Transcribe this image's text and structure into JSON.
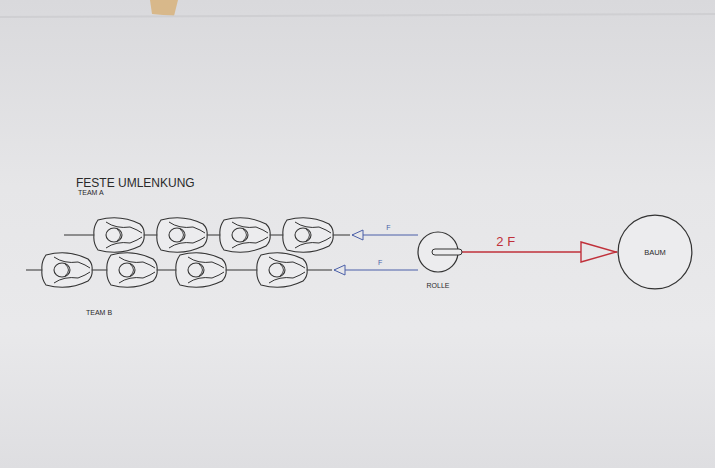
{
  "diagram": {
    "title": "FESTE UMLENKUNG",
    "nodes": [
      {
        "text": [
          "TEAM A"
        ]
      },
      {
        "text": [
          "TEAM B"
        ]
      },
      {
        "text": [
          "ROLLE"
        ]
      },
      {
        "text": [
          "BAUM"
        ]
      }
    ],
    "edges": [
      {
        "from": 2,
        "to": 0,
        "label": "F",
        "arrow": "to"
      },
      {
        "from": 2,
        "to": 1,
        "label": "F",
        "arrow": "to"
      },
      {
        "from": 2,
        "to": 3,
        "label": "2 F",
        "arrow": "to"
      }
    ]
  }
}
